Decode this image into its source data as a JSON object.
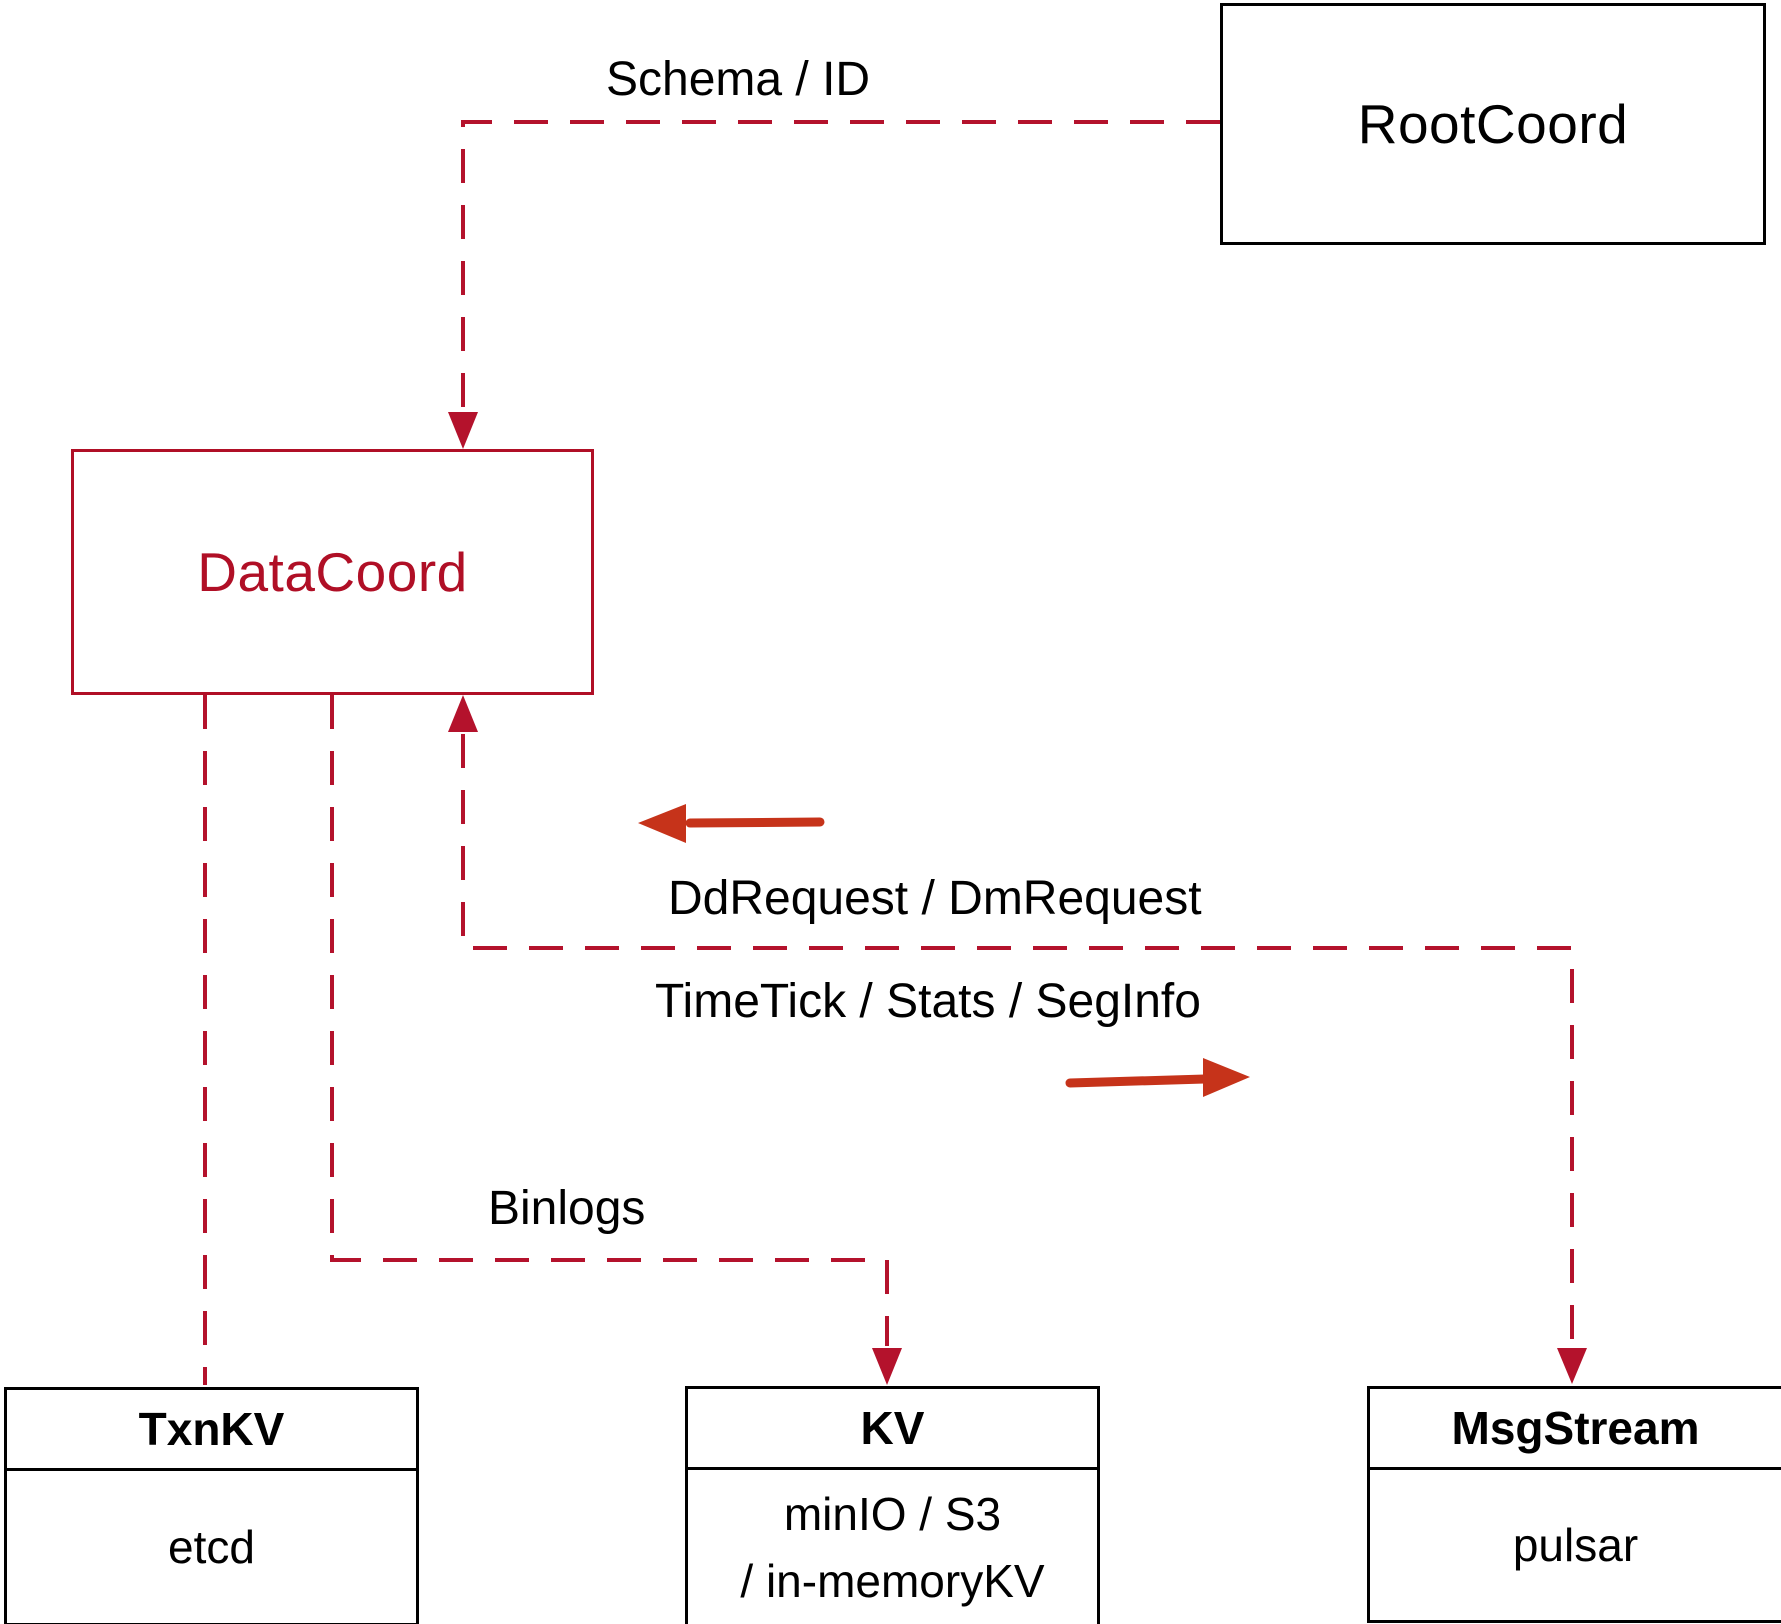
{
  "diagram": {
    "nodes": {
      "root_coord": {
        "label": "RootCoord"
      },
      "data_coord": {
        "label": "DataCoord"
      },
      "txn_kv": {
        "header": "TxnKV",
        "body": "etcd"
      },
      "kv": {
        "header": "KV",
        "body_line1": "minIO / S3",
        "body_line2": "/ in-memoryKV"
      },
      "msg_stream": {
        "header": "MsgStream",
        "body": "pulsar"
      }
    },
    "edge_labels": {
      "schema_id": "Schema / ID",
      "dd_request": "DdRequest / DmRequest",
      "time_tick": "TimeTick / Stats / SegInfo",
      "binlogs": "Binlogs"
    },
    "colors": {
      "dash_red": "#b4122c",
      "box_red": "#b00f26",
      "arrow_red": "#c6331a",
      "ink": "#000000",
      "bg": "#ffffff"
    }
  }
}
